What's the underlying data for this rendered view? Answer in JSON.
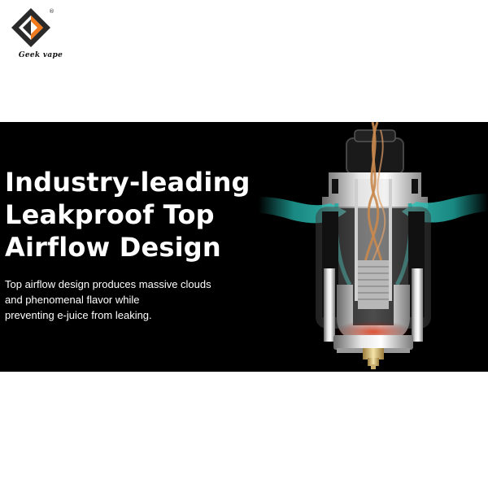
{
  "brand": {
    "name": "GeekVape",
    "wordmark": "Geek vape",
    "registered_mark": "®",
    "colors": {
      "orange": "#f07a1c",
      "dark": "#222222"
    }
  },
  "banner": {
    "headline_lines": [
      "Industry-leading",
      "Leakproof Top",
      "Airflow Design"
    ],
    "description_lines": [
      "Top airflow design produces massive clouds",
      "and phenomenal flavor while",
      "preventing e-juice from leaking."
    ],
    "colors": {
      "background": "#000000",
      "text": "#ffffff",
      "airflow": "#1fa8a0",
      "vapor": "#c9884e",
      "heat": "#c0301f"
    }
  },
  "illustration": {
    "icon": "atomizer-tank-cutaway"
  }
}
